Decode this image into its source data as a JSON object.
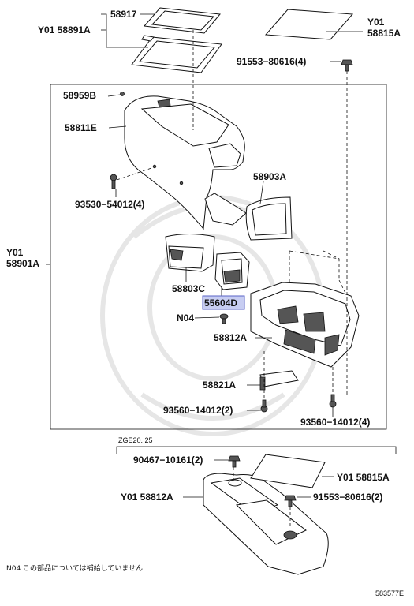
{
  "parts": {
    "p58917": "58917",
    "p58891A": "Y01 58891A",
    "p58815A_top_y": "Y01",
    "p58815A_top": "58815A",
    "p91553_top": "91553−80616(4)",
    "p58959B": "58959B",
    "p58811E": "58811E",
    "p58903A": "58903A",
    "p93530": "93530−54012(4)",
    "p58901A_y": "Y01",
    "p58901A": "58901A",
    "p58803C": "58803C",
    "p55604D": "55604D",
    "pN04": "N04",
    "p58812A": "58812A",
    "p58821A": "58821A",
    "p93560_left": "93560−14012(2)",
    "p93560_right": "93560−14012(4)",
    "variant": "ZGE20. 25",
    "p90467": "90467−10161(2)",
    "p58815A_bottom": "Y01 58815A",
    "p58812A_bottom": "Y01 58812A",
    "p91553_bottom": "91553−80616(2)"
  },
  "note": "N04 この部品については補給していません",
  "diagram_code": "583577E",
  "highlight_color": "#c7cdf2"
}
